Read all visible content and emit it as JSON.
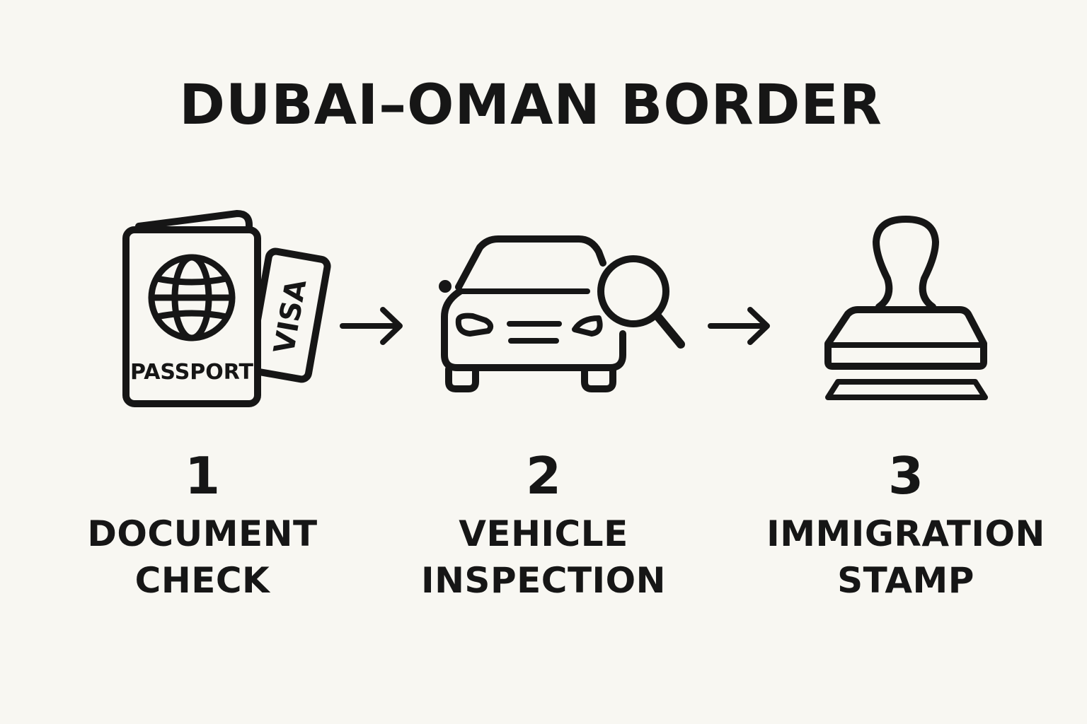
{
  "title": "DUBAI–OMAN BORDER",
  "steps": [
    {
      "number": "1",
      "label_line1": "DOCUMENT",
      "label_line2": "CHECK",
      "icon": "passport-visa-icon"
    },
    {
      "number": "2",
      "label_line1": "VEHICLE",
      "label_line2": "INSPECTION",
      "icon": "car-magnifier-icon"
    },
    {
      "number": "3",
      "label_line1": "IMMIGRATION",
      "label_line2": "STAMP",
      "icon": "rubber-stamp-icon"
    }
  ],
  "icon_text": {
    "passport": "PASSPORT",
    "visa": "VISA"
  },
  "colors": {
    "ink": "#161616",
    "background": "#f8f7f2"
  }
}
